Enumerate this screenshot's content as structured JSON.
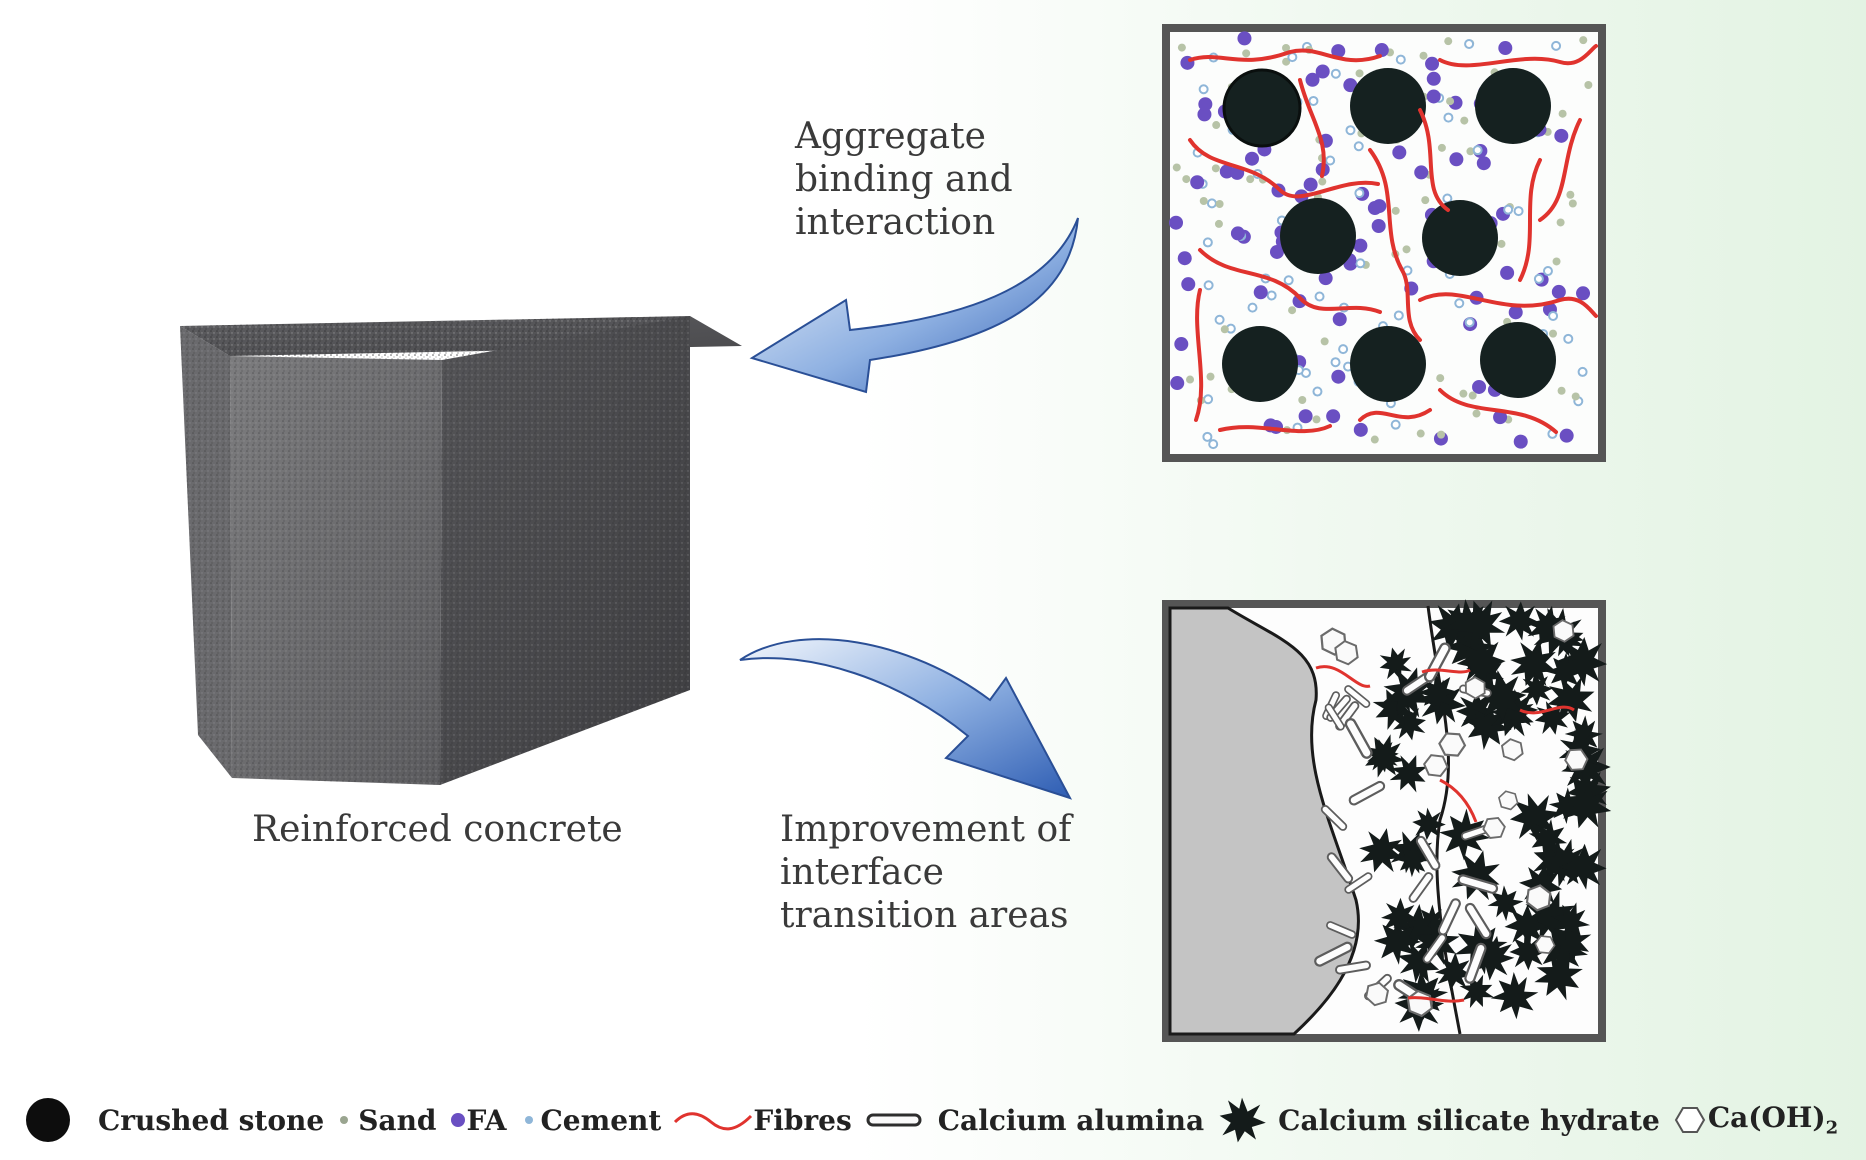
{
  "labels": {
    "aggregate_lines": [
      "Aggregate",
      "binding and",
      "interaction"
    ],
    "interface_lines": [
      "Improvement of",
      "interface",
      "transition areas"
    ],
    "cube": "Reinforced concrete"
  },
  "legend": {
    "crushed_stone": "Crushed stone",
    "sand": "Sand",
    "fa": "FA",
    "cement": "Cement",
    "fibres": "Fibres",
    "calcium_alumina": "Calcium alumina",
    "csh": "Calcium silicate hydrate",
    "caoh_base": "Ca(OH)",
    "caoh_sub": "2"
  },
  "colors": {
    "fibre": "#e0332e",
    "fa": "#6a4fc2",
    "cement": "#8fb6d8",
    "sand": "#b7c3a7",
    "stone": "#152120",
    "arrow": "#5b86c9",
    "frame": "#4a4a4a"
  }
}
